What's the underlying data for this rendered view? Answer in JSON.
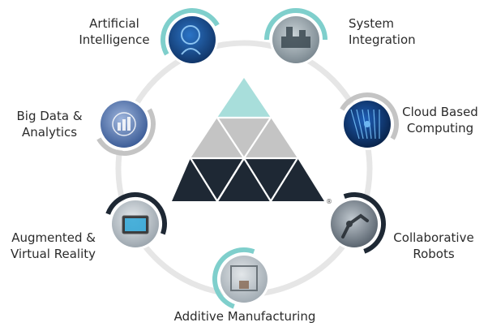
{
  "diagram": {
    "colors": {
      "ring": "#e6e6e6",
      "teal": "#7fcfcc",
      "light_teal": "#a8dedb",
      "gray": "#c4c4c4",
      "dark_gray": "#a8a8a8",
      "navy": "#1e2834",
      "text": "#2b2b2b"
    },
    "center_logo": {
      "tiers": [
        "teal",
        "gray",
        "navy"
      ],
      "mark": "®"
    },
    "nodes": [
      {
        "id": "ai",
        "lines": [
          "Artificial",
          "Intelligence"
        ],
        "accent": "teal",
        "photo": "ai-head-icon"
      },
      {
        "id": "system",
        "lines": [
          "System",
          "Integration"
        ],
        "accent": "teal",
        "photo": "factory-line-icon"
      },
      {
        "id": "cloud",
        "lines": [
          "Cloud Based",
          "Computing"
        ],
        "accent": "gray",
        "photo": "network-lines-icon"
      },
      {
        "id": "cobots",
        "lines": [
          "Collaborative",
          "Robots"
        ],
        "accent": "navy",
        "photo": "robot-arm-icon"
      },
      {
        "id": "additive",
        "lines": [
          "Additive Manufacturing"
        ],
        "accent": "teal",
        "photo": "3d-printer-icon"
      },
      {
        "id": "ar",
        "lines": [
          "Augmented &",
          "Virtual Reality"
        ],
        "accent": "navy",
        "photo": "tablet-ar-icon"
      },
      {
        "id": "bigdata",
        "lines": [
          "Big Data &",
          "Analytics"
        ],
        "accent": "gray",
        "photo": "data-dashboard-icon"
      }
    ]
  }
}
